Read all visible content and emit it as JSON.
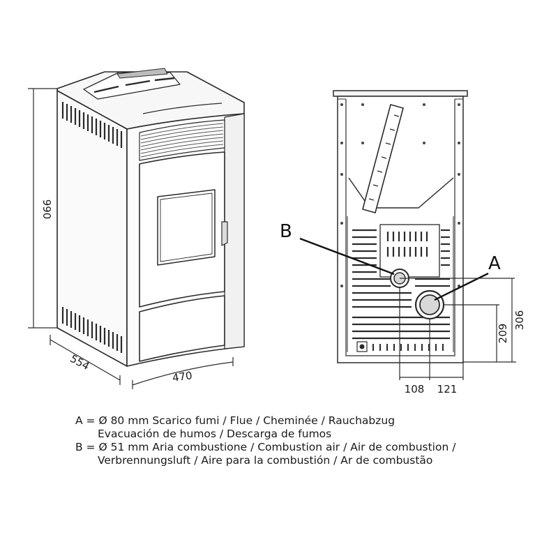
{
  "dimensions": {
    "height": "990",
    "depth": "554",
    "width": "470",
    "a_height": "306",
    "b_height": "209",
    "b_offset": "108",
    "a_offset": "121"
  },
  "callouts": {
    "a": "A",
    "b": "B"
  },
  "legend": {
    "a_line1": "A = Ø 80 mm  Scarico fumi / Flue / Cheminée / Rauchabzug",
    "a_line2": "Evacuación de humos / Descarga de fumos",
    "b_line1": "B = Ø 51 mm  Aria combustione / Combustion air / Air de combustion /",
    "b_line2": "Verbrennungsluft / Aire para la combustión / Ar de combustão"
  },
  "colors": {
    "line": "#2a2a2a",
    "light_line": "#8a8a8a",
    "shade": "#e6e6e6"
  }
}
